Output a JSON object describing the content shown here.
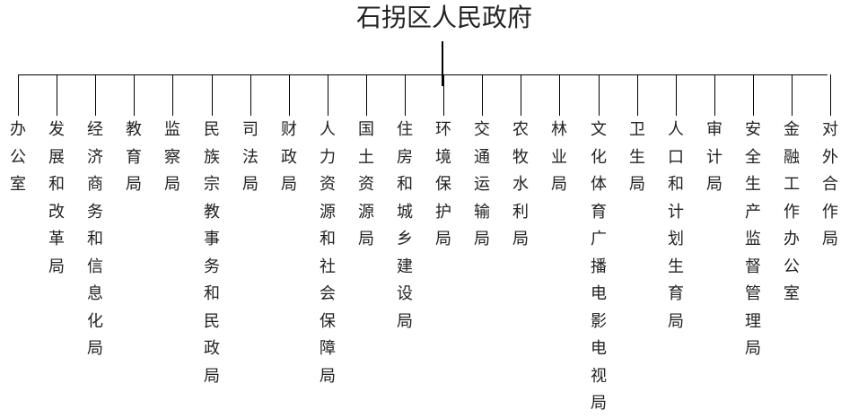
{
  "root": {
    "title": "石拐区人民政府"
  },
  "departments": [
    {
      "name": "办公室"
    },
    {
      "name": "发展和改革局"
    },
    {
      "name": "经济商务和信息化局"
    },
    {
      "name": "教育局"
    },
    {
      "name": "监察局"
    },
    {
      "name": "民族宗教事务和民政局"
    },
    {
      "name": "司法局"
    },
    {
      "name": "财政局"
    },
    {
      "name": "人力资源和社会保障局"
    },
    {
      "name": "国土资源局"
    },
    {
      "name": "住房和城乡建设局"
    },
    {
      "name": "环境保护局"
    },
    {
      "name": "交通运输局"
    },
    {
      "name": "农牧水利局"
    },
    {
      "name": "林业局"
    },
    {
      "name": "文化体育广播电影电视局"
    },
    {
      "name": "卫生局"
    },
    {
      "name": "人口和计划生育局"
    },
    {
      "name": "审计局"
    },
    {
      "name": "安全生产监督管理局"
    },
    {
      "name": "金融工作办公室"
    },
    {
      "name": "对外合作局"
    }
  ]
}
